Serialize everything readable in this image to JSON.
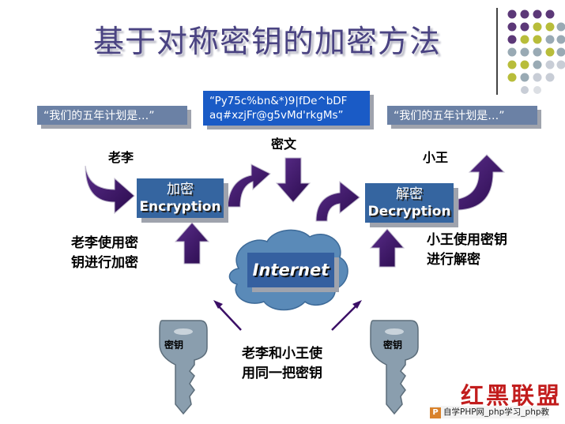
{
  "title": "基于对称密钥的加密方法",
  "plaintext_left": "“我们的五年计划是…”",
  "plaintext_right": "“我们的五年计划是…”",
  "ciphertext_line1": "“Py75c%bn&*)9|fDe^bDF",
  "ciphertext_line2": "aq#xzjFr@g5vMd'rkgMs”",
  "ciphertext_label": "密文",
  "sender_name": "老李",
  "receiver_name": "小王",
  "encrypt": {
    "zh": "加密",
    "en": "Encryption"
  },
  "decrypt": {
    "zh": "解密",
    "en": "Decryption"
  },
  "sender_action": [
    "老李使用密",
    "钥进行加密"
  ],
  "receiver_action": [
    "小王使用密钥",
    "进行解密"
  ],
  "internet_label": "Internet",
  "shared_key_text": [
    "老李和小王使",
    "用同一把密钥"
  ],
  "key_label_left": "密钥",
  "key_label_right": "密钥",
  "brand": "红黑联盟",
  "footer_text": "自学PHP网_php学习_php教",
  "colors": {
    "title": "#4a4382",
    "arrow": "#3b0f66",
    "box_blue": "#3565a0",
    "cipher_blue": "#1a5bc6",
    "msg_box": "#6b81a5",
    "cloud": "#5a8ab8",
    "key": "#8a9eae",
    "dot_purple": "#5c3878",
    "dot_olive": "#b8bd3a",
    "dot_gray": "#99aab4",
    "brand_red": "#c21d1d"
  }
}
